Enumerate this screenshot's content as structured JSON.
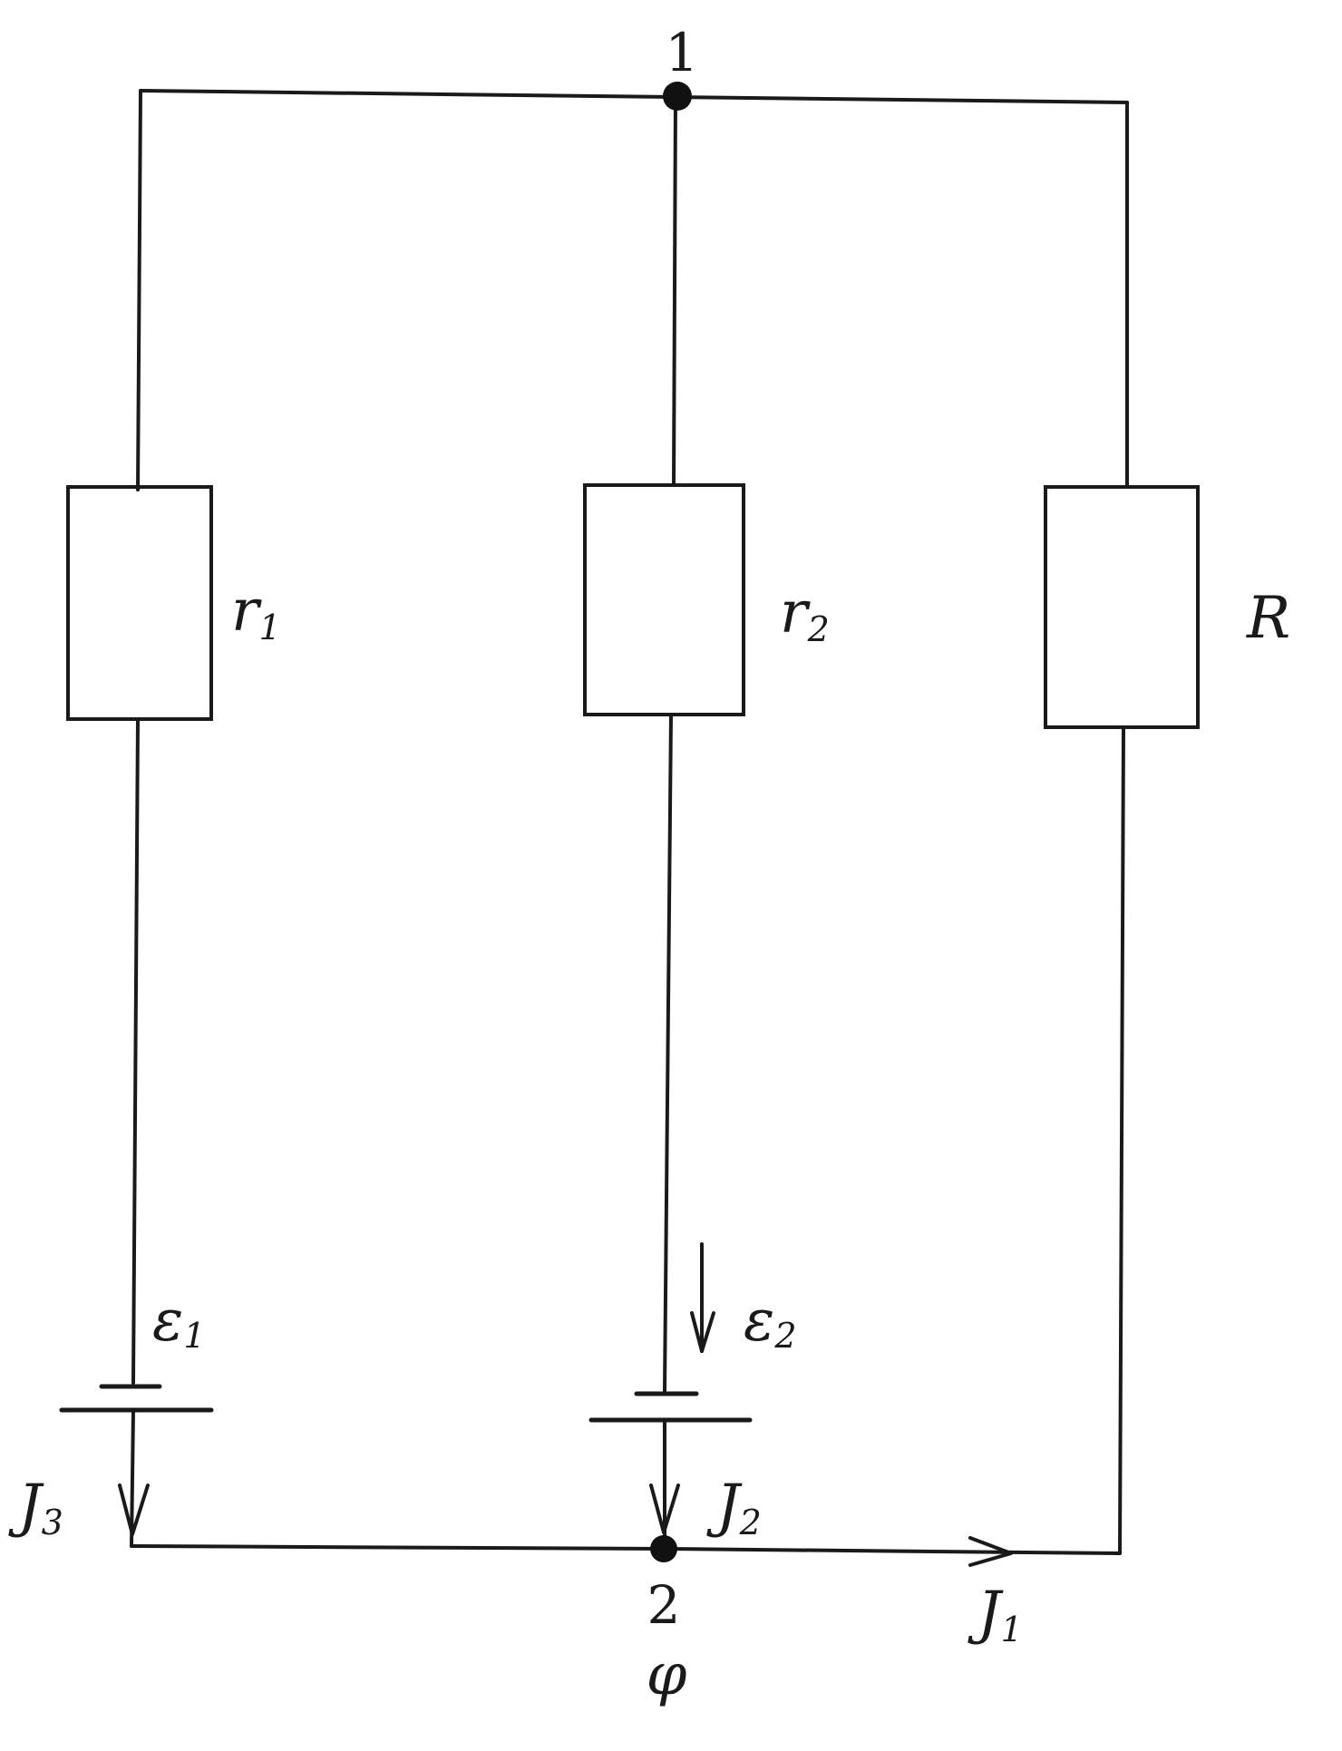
{
  "nodes": {
    "top": "1",
    "bottom": "2",
    "potential": "φ"
  },
  "resistors": {
    "r1": {
      "label": "r",
      "sub": "1"
    },
    "r2": {
      "label": "r",
      "sub": "2"
    },
    "R": {
      "label": "R"
    }
  },
  "sources": {
    "e1": {
      "label": "ε",
      "sub": "1"
    },
    "e2": {
      "label": "ε",
      "sub": "2"
    }
  },
  "currents": {
    "i1": {
      "label": "J",
      "sub": "1"
    },
    "i2": {
      "label": "J",
      "sub": "2"
    },
    "i3": {
      "label": "J",
      "sub": "3"
    }
  }
}
